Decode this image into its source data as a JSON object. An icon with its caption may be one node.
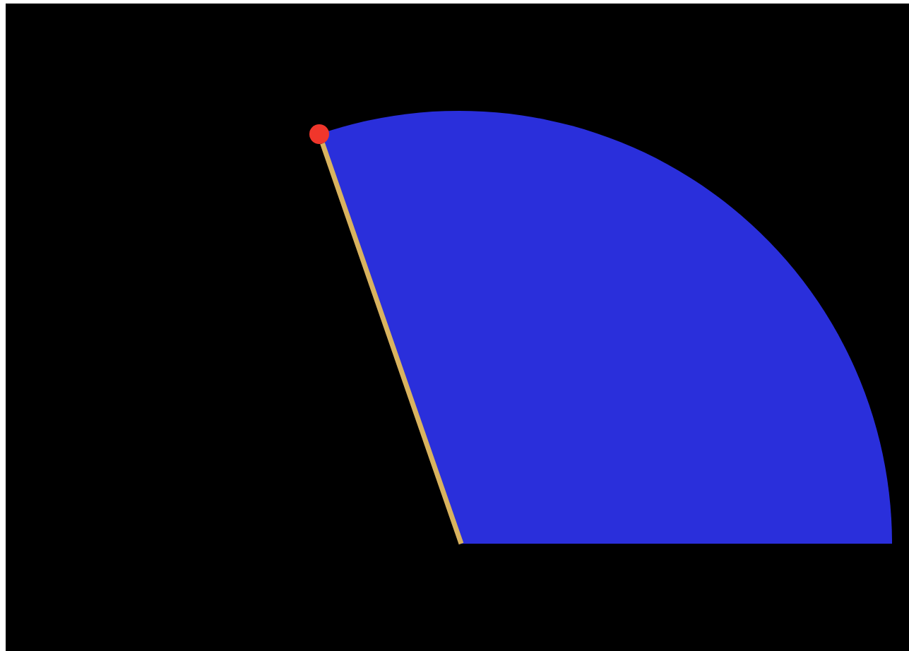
{
  "diagram": {
    "nodes": [
      {
        "text": [],
        "shape": "sector"
      },
      {
        "text": [],
        "shape": "circle"
      }
    ],
    "edges": [
      {
        "from": 0,
        "to": 1,
        "arrow": "none"
      }
    ]
  }
}
